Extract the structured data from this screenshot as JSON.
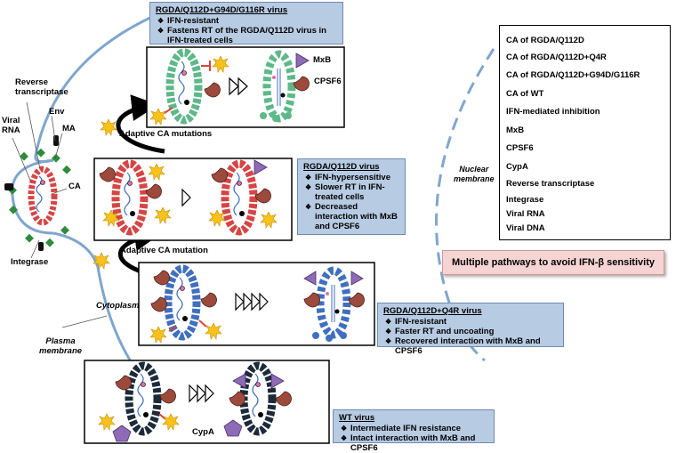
{
  "cell_labels": {
    "reverse_transcriptase": "Reverse\ntranscriptase",
    "viral_rna": "Viral\nRNA",
    "env": "Env",
    "ma": "MA",
    "ca": "CA",
    "integrase": "Integrase",
    "cytoplasm": "Cytoplasm",
    "plasma_membrane": "Plasma\nmembrane",
    "nuclear_membrane": "Nuclear\nmembrane",
    "mxb": "MxB",
    "cpsf6": "CPSF6",
    "cypa": "CypA"
  },
  "arrows": {
    "adaptive_ca_mutations": "Adaptive CA mutations",
    "adaptive_ca_mutation": "Adaptive CA mutation"
  },
  "info_boxes": {
    "g94d": {
      "title": "RGDA/Q112D+G94D/G116R virus",
      "points": [
        "IFN-resistant",
        "Fastens RT of the RGDA/Q112D virus in IFN-treated cells"
      ]
    },
    "q112d": {
      "title": "RGDA/Q112D virus",
      "points": [
        "IFN-hypersensitive",
        "Slower RT in IFN-treated cells",
        "Decreased interaction with MxB and CPSF6"
      ]
    },
    "q4r": {
      "title": "RGDA/Q112D+Q4R virus",
      "points": [
        "IFN-resistant",
        "Faster RT and uncoating",
        "Recovered interaction with MxB and CPSF6"
      ]
    },
    "wt": {
      "title": "WT virus",
      "points": [
        "Intermediate IFN resistance",
        "Intact interaction with MxB and CPSF6"
      ]
    }
  },
  "banner": "Multiple pathways to avoid IFN-β sensitivity",
  "legend": [
    {
      "label": "CA of RGDA/Q112D",
      "icon": "red-capsid-icon"
    },
    {
      "label": "CA of RGDA/Q112D+Q4R",
      "icon": "blue-capsid-icon"
    },
    {
      "label": "CA of RGDA/Q112D+G94D/G116R",
      "icon": "green-capsid-icon"
    },
    {
      "label": "CA of WT",
      "icon": "black-capsid-icon"
    },
    {
      "label": "IFN-mediated inhibition",
      "icon": "starburst-icon"
    },
    {
      "label": "MxB",
      "icon": "triangle-icon"
    },
    {
      "label": "CPSF6",
      "icon": "cpsf6-icon"
    },
    {
      "label": "CypA",
      "icon": "pentagon-icon"
    },
    {
      "label": "Reverse transcriptase",
      "icon": "pink-dot-icon"
    },
    {
      "label": "Integrase",
      "icon": "black-dot-icon"
    },
    {
      "label": "Viral RNA",
      "icon": "wavy-line-icon"
    },
    {
      "label": "Viral DNA",
      "icon": "double-line-icon"
    }
  ],
  "colors": {
    "red": "#d64545",
    "blue": "#3f6fbf",
    "green": "#5fb88a",
    "black": "#1c2a3a",
    "brown": "#9c4a3c",
    "purple": "#8e6bb5",
    "star": "#f6c21b",
    "membrane": "#7fa6cf",
    "diamond": "#2e8b3c"
  }
}
